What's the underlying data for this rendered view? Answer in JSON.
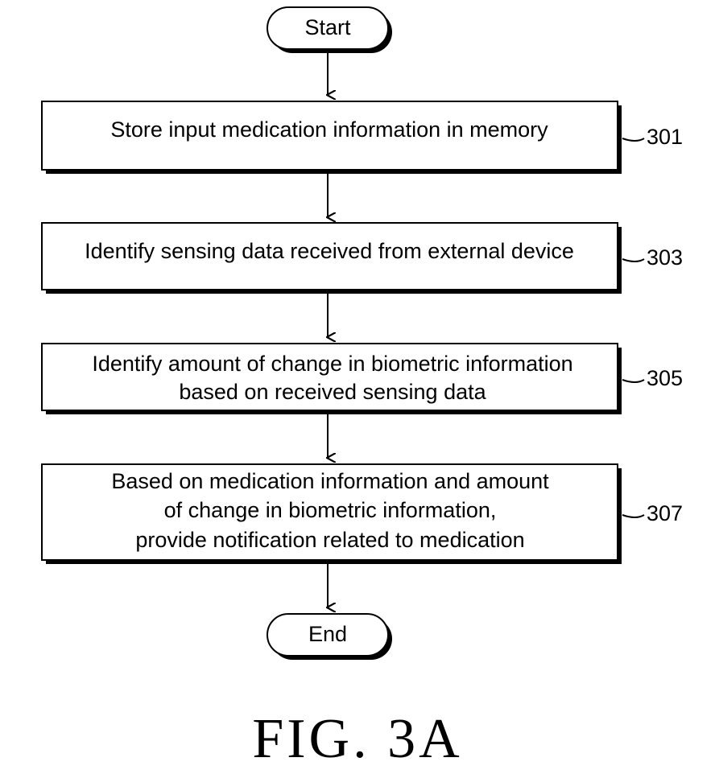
{
  "diagram": {
    "terminals": {
      "start": "Start",
      "end": "End"
    },
    "steps": [
      {
        "ref": "301",
        "lines": [
          "Store input medication information in memory"
        ]
      },
      {
        "ref": "303",
        "lines": [
          "Identify sensing data received from external device"
        ]
      },
      {
        "ref": "305",
        "lines": [
          "Identify amount of change in biometric information",
          "based on received sensing data"
        ]
      },
      {
        "ref": "307",
        "lines": [
          "Based on medication information and amount",
          "of change in biometric information,",
          "provide notification related to medication"
        ]
      }
    ],
    "caption": "FIG. 3A"
  }
}
